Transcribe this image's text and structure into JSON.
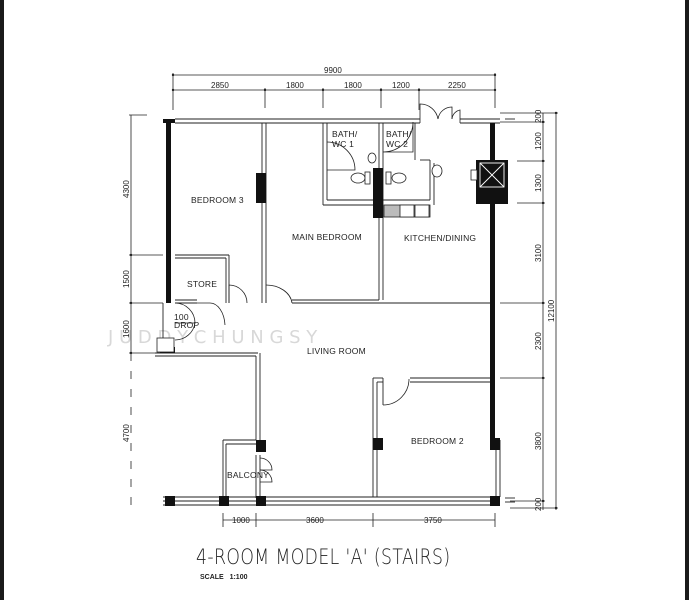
{
  "plan": {
    "title": "4-ROOM MODEL 'A' (STAIRS)",
    "scale_label": "SCALE",
    "scale_value": "1:100",
    "watermark": "J U D D Y     C H U N G     S Y"
  },
  "dimensions": {
    "top_total": "9900",
    "top_segments": [
      "2850",
      "1800",
      "1800",
      "1200",
      "2250"
    ],
    "bottom_segments": [
      "1000",
      "3600",
      "3750"
    ],
    "left_segments": [
      "4300",
      "1500",
      "1600",
      "4700"
    ],
    "right_segments": [
      "200",
      "1200",
      "1300",
      "3100",
      "2300",
      "3800",
      "200"
    ],
    "right_total": "12100"
  },
  "rooms": {
    "bedroom3": "BEDROOM 3",
    "main_bedroom": "MAIN BEDROOM",
    "bath1_line1": "BATH/",
    "bath1_line2": "WC 1",
    "bath2_line1": "BATH/",
    "bath2_line2": "WC 2",
    "kitchen": "KITCHEN/DINING",
    "store": "STORE",
    "drop_line1": "100",
    "drop_line2": "DROP",
    "living": "LIVING ROOM",
    "bedroom2": "BEDROOM 2",
    "balcony": "BALCONY"
  }
}
